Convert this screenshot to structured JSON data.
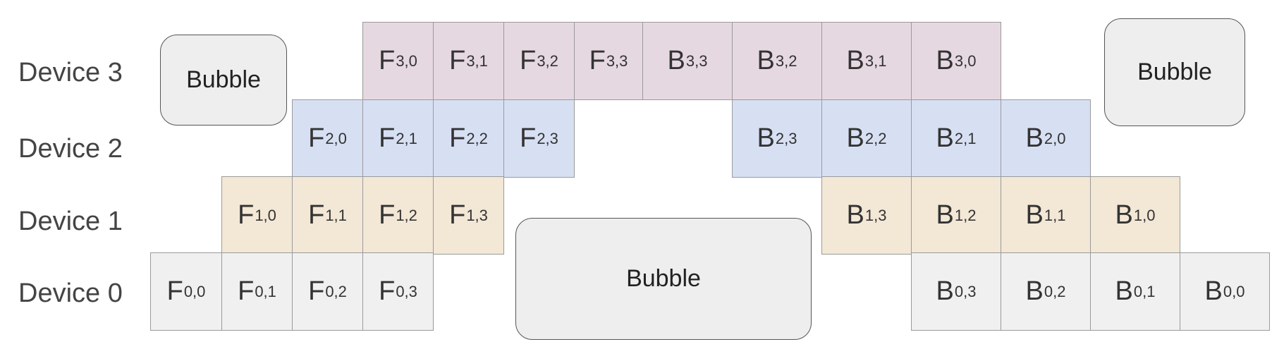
{
  "colors": {
    "device3": "#e6d8e1",
    "device2": "#d7e0f3",
    "device1": "#f3e7d6",
    "device0": "#f0f0f0",
    "bubble": "#eeeeee"
  },
  "row_labels": [
    "Device 3",
    "Device 2",
    "Device 1",
    "Device 0"
  ],
  "bubble_label": "Bubble",
  "rows": [
    {
      "device": "device3",
      "cells": [
        {
          "op": "F",
          "sub": "3,0"
        },
        {
          "op": "F",
          "sub": "3,1"
        },
        {
          "op": "F",
          "sub": "3,2"
        },
        {
          "op": "F",
          "sub": "3,3"
        },
        {
          "op": "B",
          "sub": "3,3"
        },
        {
          "op": "B",
          "sub": "3,2"
        },
        {
          "op": "B",
          "sub": "3,1"
        },
        {
          "op": "B",
          "sub": "3,0"
        }
      ]
    },
    {
      "device": "device2",
      "cells": [
        {
          "op": "F",
          "sub": "2,0"
        },
        {
          "op": "F",
          "sub": "2,1"
        },
        {
          "op": "F",
          "sub": "2,2"
        },
        {
          "op": "F",
          "sub": "2,3"
        },
        {
          "op": "B",
          "sub": "2,3"
        },
        {
          "op": "B",
          "sub": "2,2"
        },
        {
          "op": "B",
          "sub": "2,1"
        },
        {
          "op": "B",
          "sub": "2,0"
        }
      ]
    },
    {
      "device": "device1",
      "cells": [
        {
          "op": "F",
          "sub": "1,0"
        },
        {
          "op": "F",
          "sub": "1,1"
        },
        {
          "op": "F",
          "sub": "1,2"
        },
        {
          "op": "F",
          "sub": "1,3"
        },
        {
          "op": "B",
          "sub": "1,3"
        },
        {
          "op": "B",
          "sub": "1,2"
        },
        {
          "op": "B",
          "sub": "1,1"
        },
        {
          "op": "B",
          "sub": "1,0"
        }
      ]
    },
    {
      "device": "device0",
      "cells": [
        {
          "op": "F",
          "sub": "0,0"
        },
        {
          "op": "F",
          "sub": "0,1"
        },
        {
          "op": "F",
          "sub": "0,2"
        },
        {
          "op": "F",
          "sub": "0,3"
        },
        {
          "op": "B",
          "sub": "0,3"
        },
        {
          "op": "B",
          "sub": "0,2"
        },
        {
          "op": "B",
          "sub": "0,1"
        },
        {
          "op": "B",
          "sub": "0,0"
        }
      ]
    }
  ]
}
